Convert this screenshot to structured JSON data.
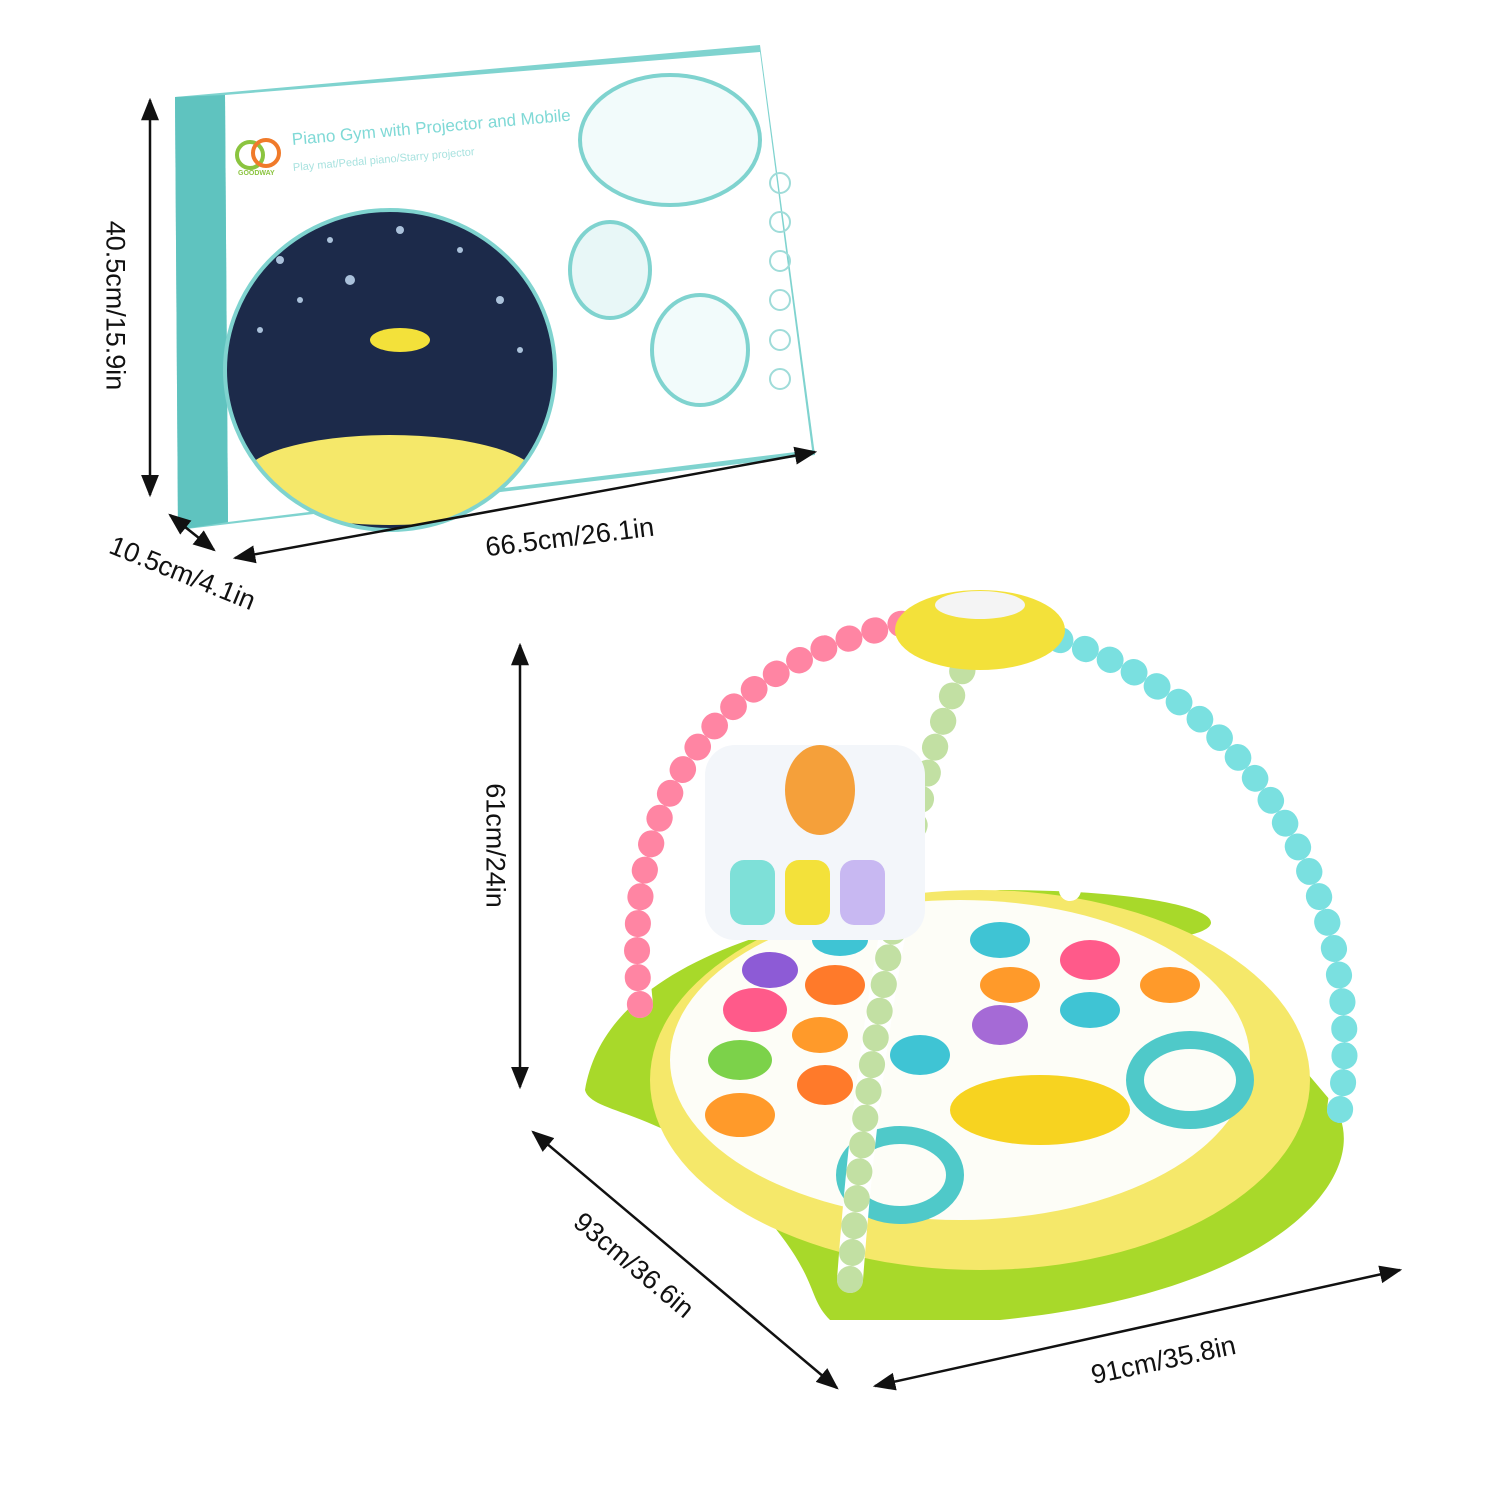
{
  "box": {
    "brand": "GOODWAY",
    "title": "Piano Gym with Projector and Mobile",
    "subtitle": "Play mat/Pedal piano/Starry projector"
  },
  "dimensions": {
    "box_height": "40.5cm/15.9in",
    "box_width": "66.5cm/26.1in",
    "box_depth": "10.5cm/4.1in",
    "gym_height": "61cm/24in",
    "gym_depth": "93cm/36.6in",
    "gym_width": "91cm/35.8in"
  },
  "colors": {
    "box_teal": "#7fd3cf",
    "night_sky": "#1c2a4a",
    "mat_green": "#a8d92a",
    "mat_yellow": "#f5e86a",
    "projector_yellow": "#f3e13a"
  }
}
